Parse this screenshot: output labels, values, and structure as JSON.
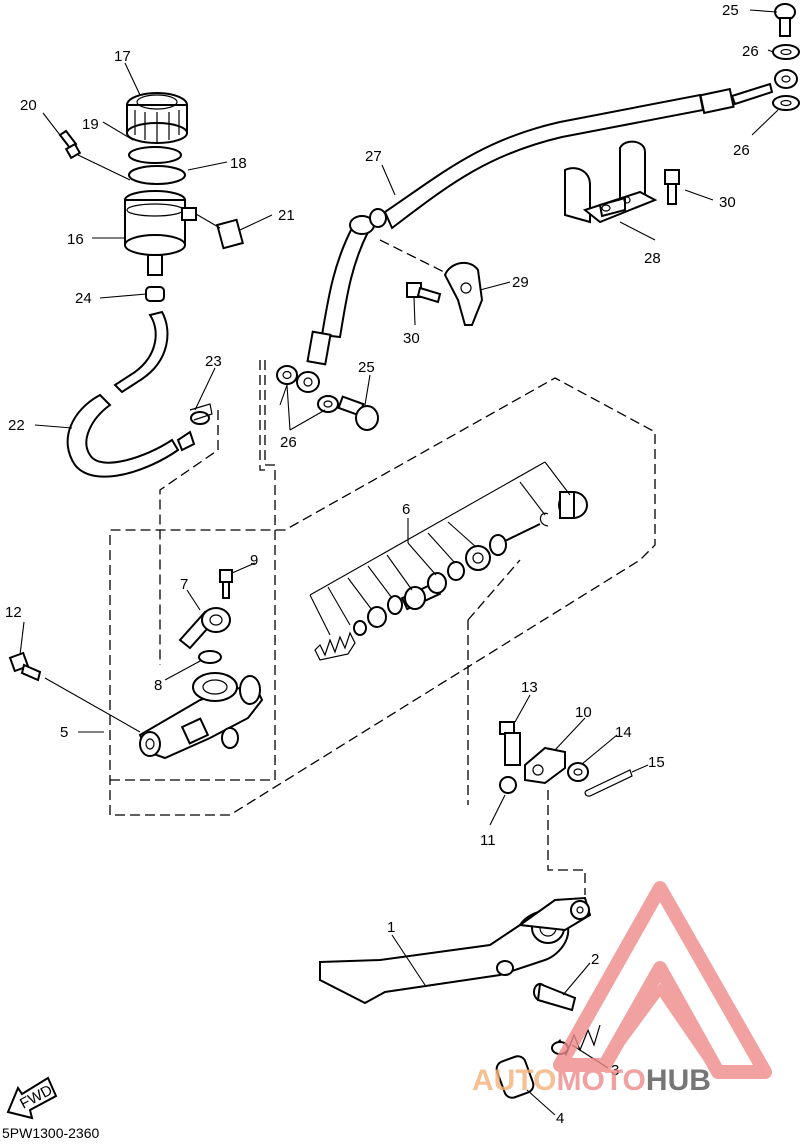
{
  "diagram": {
    "catalog_code": "5PW1300-2360",
    "fwd_label": "FWD",
    "callouts": {
      "c1": "1",
      "c2": "2",
      "c3": "3",
      "c4": "4",
      "c5": "5",
      "c6": "6",
      "c7": "7",
      "c8": "8",
      "c9": "9",
      "c10": "10",
      "c11": "11",
      "c12": "12",
      "c13": "13",
      "c14": "14",
      "c15": "15",
      "c16": "16",
      "c17": "17",
      "c18": "18",
      "c19": "19",
      "c20": "20",
      "c21": "21",
      "c22": "22",
      "c23": "23",
      "c24": "24",
      "c25a": "25",
      "c25b": "25",
      "c26a": "26",
      "c26b": "26",
      "c26c": "26",
      "c27": "27",
      "c28": "28",
      "c29": "29",
      "c30a": "30",
      "c30b": "30"
    }
  },
  "watermark": {
    "part1": "AUTO",
    "part2": "MOTO",
    "part3": "HUB",
    "color_light": "#f3b27a",
    "color_mid": "#f08a8a",
    "color_dark": "#555555"
  },
  "icons": [
    "fwd-arrow-icon",
    "watermark-triangle-logo"
  ]
}
